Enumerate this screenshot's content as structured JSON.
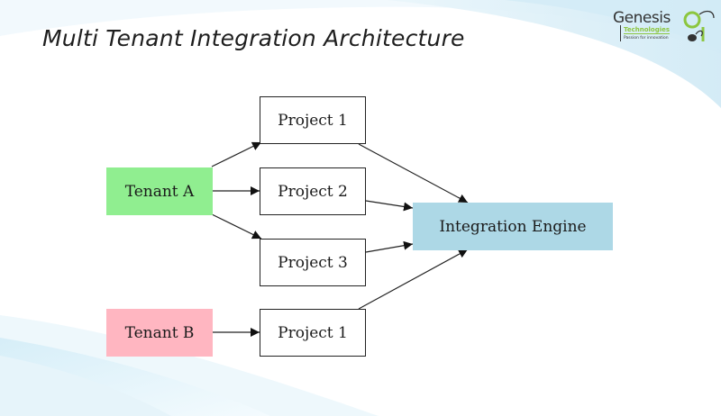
{
  "page": {
    "title": "Multi Tenant Integration Architecture"
  },
  "logo": {
    "name": "Genesis",
    "subtitle": "Technologies",
    "tagline": "Passion for innovation",
    "accent_color": "#8cc63f"
  },
  "diagram": {
    "nodes": {
      "tenant_a": {
        "label": "Tenant A",
        "color": "#90ee90"
      },
      "tenant_b": {
        "label": "Tenant B",
        "color": "#ffb6c1"
      },
      "a_project_1": {
        "label": "Project 1"
      },
      "a_project_2": {
        "label": "Project 2"
      },
      "a_project_3": {
        "label": "Project 3"
      },
      "b_project_1": {
        "label": "Project 1"
      },
      "engine": {
        "label": "Integration Engine",
        "color": "#add8e6"
      }
    },
    "edges": [
      {
        "from": "tenant_a",
        "to": "a_project_1"
      },
      {
        "from": "tenant_a",
        "to": "a_project_2"
      },
      {
        "from": "tenant_a",
        "to": "a_project_3"
      },
      {
        "from": "tenant_b",
        "to": "b_project_1"
      },
      {
        "from": "a_project_1",
        "to": "engine"
      },
      {
        "from": "a_project_2",
        "to": "engine"
      },
      {
        "from": "a_project_3",
        "to": "engine"
      },
      {
        "from": "b_project_1",
        "to": "engine"
      }
    ]
  }
}
